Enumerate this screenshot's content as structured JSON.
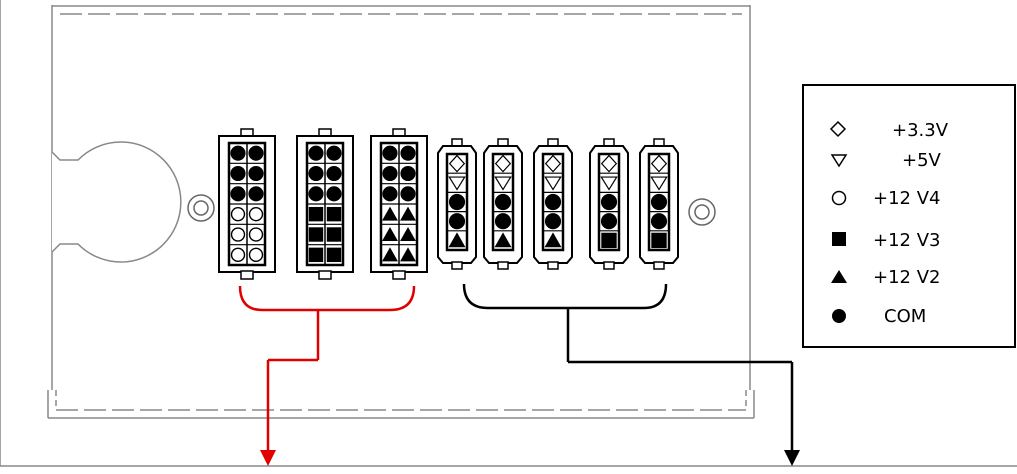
{
  "legend": {
    "items": [
      {
        "symbol": "diamond-outline",
        "label": "+3.3V"
      },
      {
        "symbol": "triangle-down-outline",
        "label": "+5V"
      },
      {
        "symbol": "circle-outline",
        "label": "+12 V4"
      },
      {
        "symbol": "square-filled",
        "label": "+12 V3"
      },
      {
        "symbol": "triangle-up-filled",
        "label": "+12 V2"
      },
      {
        "symbol": "circle-filled",
        "label": "COM"
      }
    ]
  },
  "connectors": {
    "large": [
      {
        "name": "connector-1",
        "pins": [
          "C",
          "C",
          "C",
          "C",
          "C",
          "C",
          "O",
          "O",
          "O",
          "O",
          "O",
          "O"
        ]
      },
      {
        "name": "connector-2",
        "pins": [
          "C",
          "C",
          "C",
          "C",
          "C",
          "C",
          "S",
          "S",
          "S",
          "S",
          "S",
          "S"
        ]
      },
      {
        "name": "connector-3",
        "pins": [
          "C",
          "C",
          "C",
          "C",
          "C",
          "C",
          "T",
          "T",
          "T",
          "T",
          "T",
          "T"
        ]
      }
    ],
    "small": [
      {
        "name": "connector-4",
        "pins": [
          "D",
          "V",
          "C",
          "C",
          "T"
        ]
      },
      {
        "name": "connector-5",
        "pins": [
          "D",
          "V",
          "C",
          "C",
          "T"
        ]
      },
      {
        "name": "connector-6",
        "pins": [
          "D",
          "V",
          "C",
          "C",
          "T"
        ]
      },
      {
        "name": "connector-7",
        "pins": [
          "D",
          "V",
          "C",
          "C",
          "S"
        ]
      },
      {
        "name": "connector-8",
        "pins": [
          "D",
          "V",
          "C",
          "C",
          "S"
        ]
      }
    ]
  },
  "colors": {
    "red_group": "#e00000",
    "black_group": "#000000",
    "dashed_panel": "#777777"
  }
}
